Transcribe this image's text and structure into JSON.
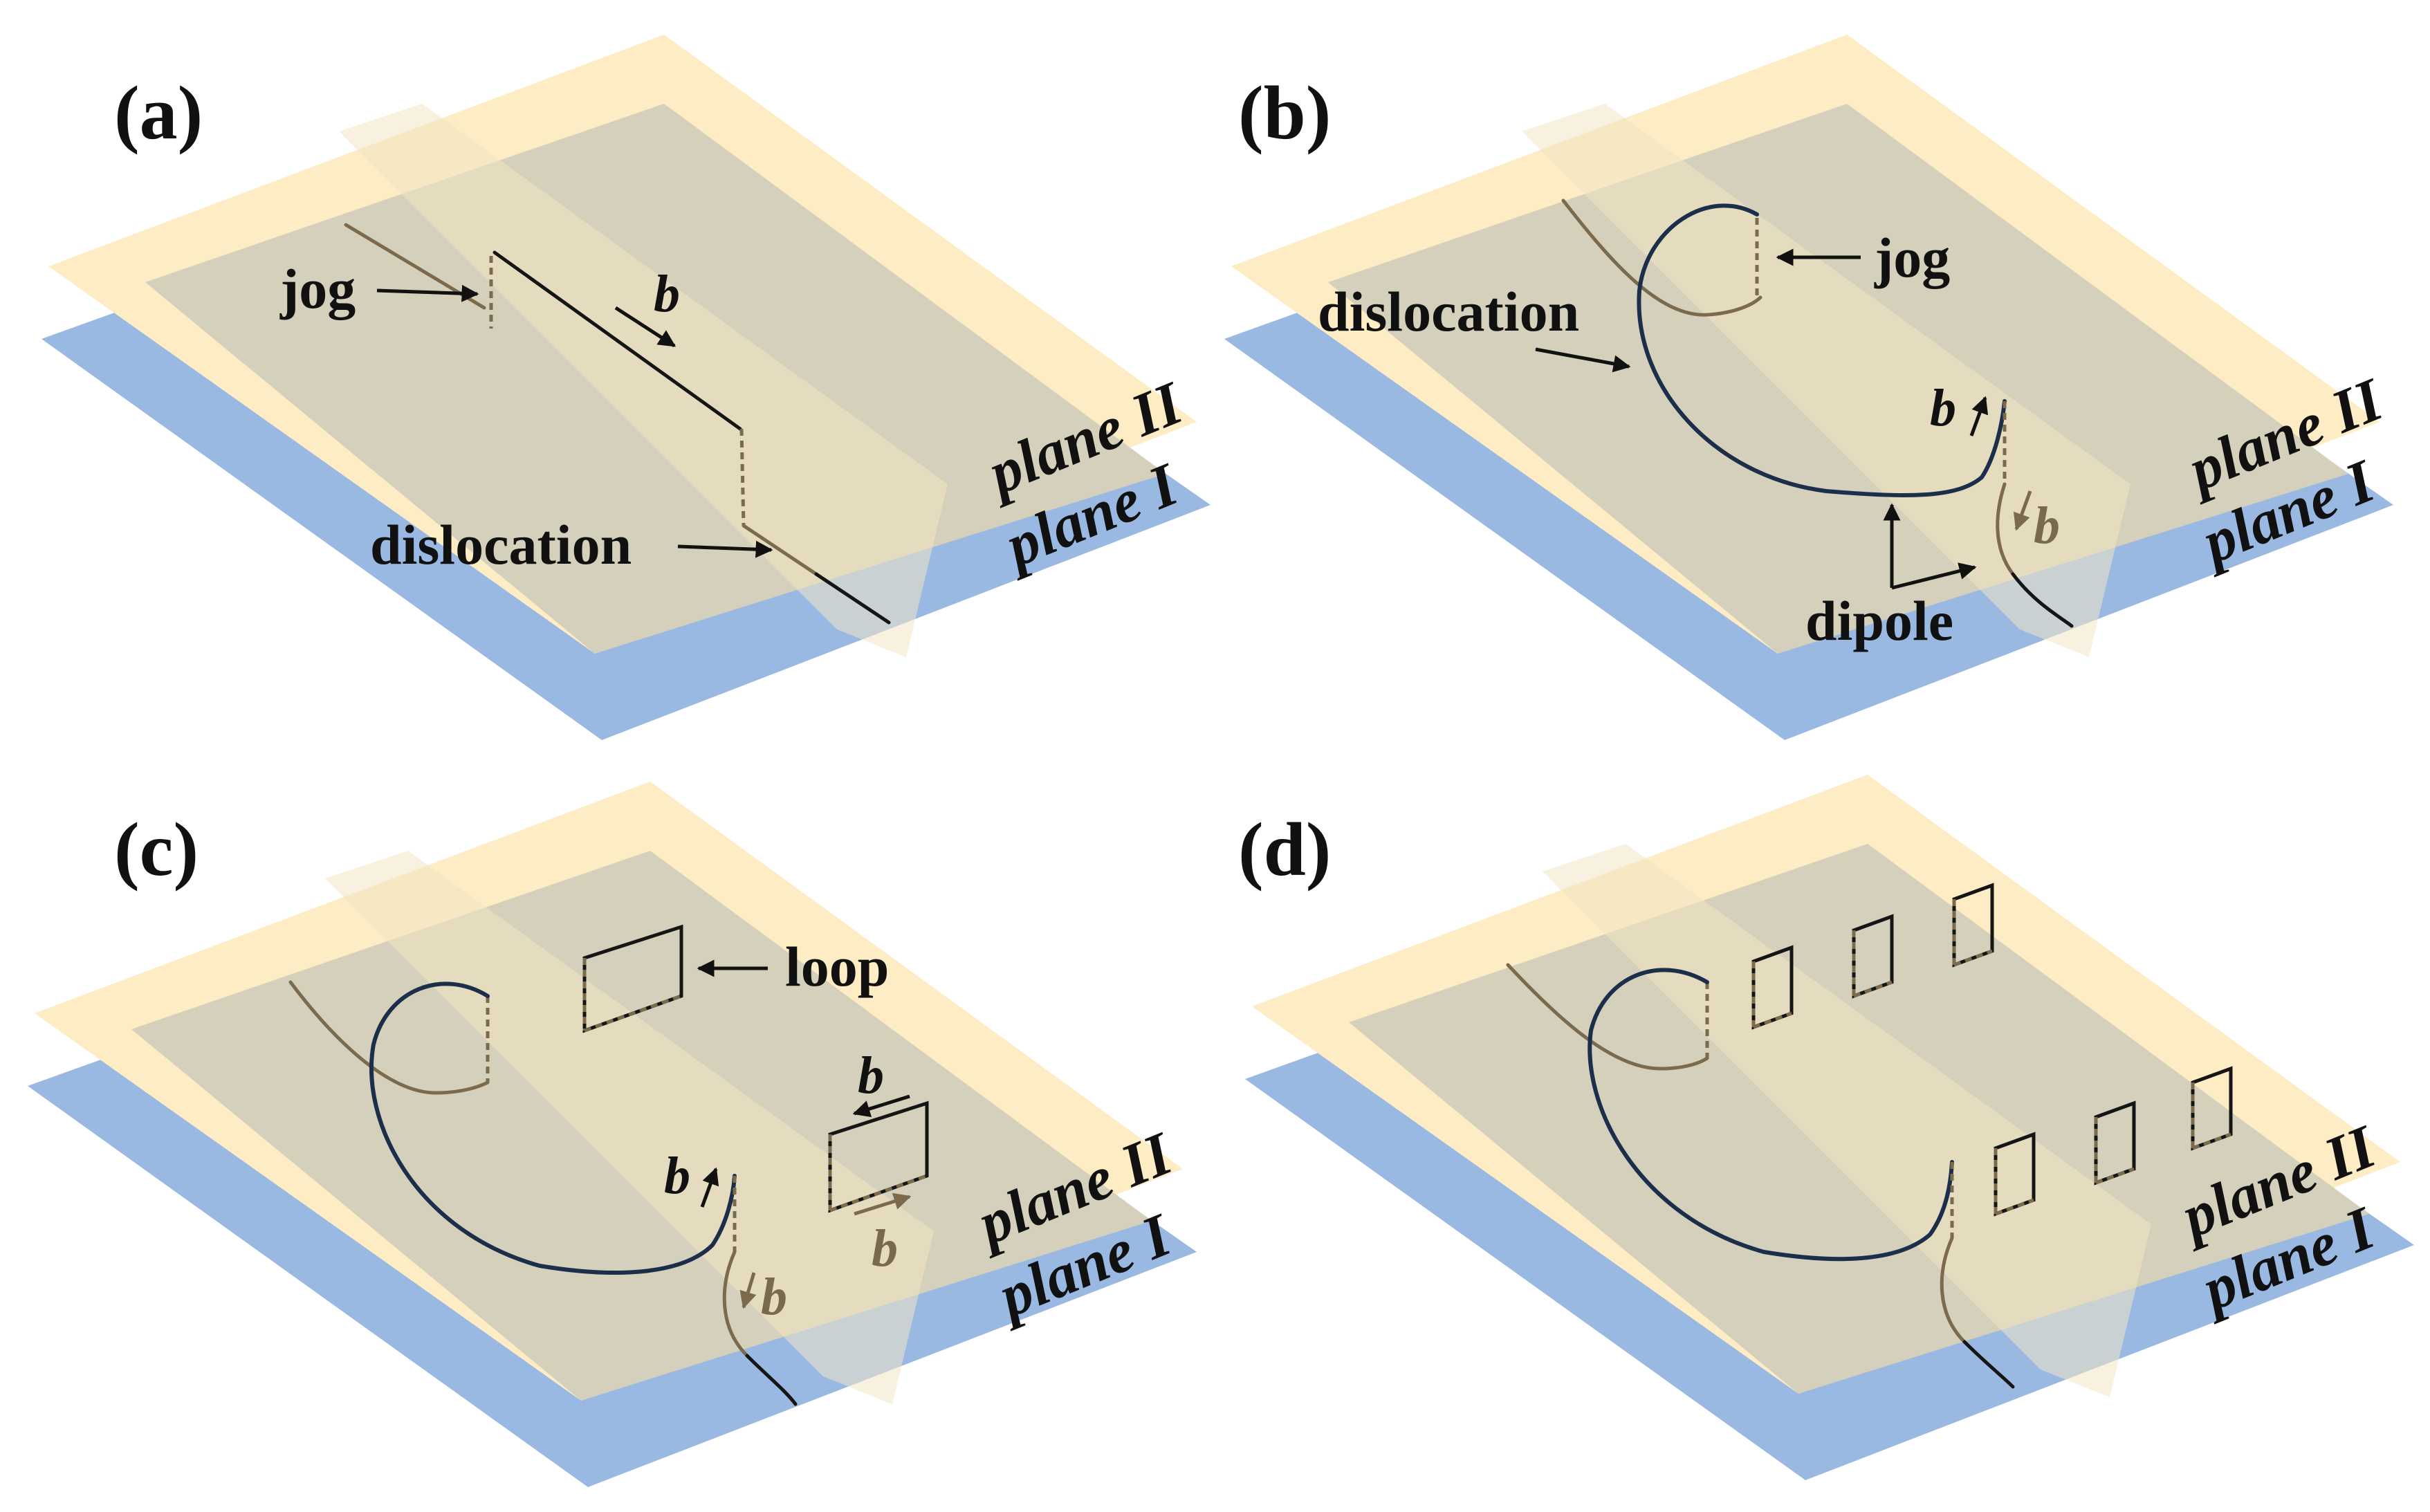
{
  "panels": {
    "a": {
      "label": "(a)",
      "jog": "jog",
      "dislocation": "dislocation",
      "b": "b",
      "plane2": "plane II",
      "plane1": "plane I"
    },
    "b": {
      "label": "(b)",
      "jog": "jog",
      "dislocation": "dislocation",
      "dipole": "dipole",
      "b_top": "b",
      "b_bottom": "b",
      "plane2": "plane II",
      "plane1": "plane I"
    },
    "c": {
      "label": "(c)",
      "loop": "loop",
      "b_loop_top": "b",
      "b_loop_bottom": "b",
      "b_top": "b",
      "b_bottom": "b",
      "plane2": "plane II",
      "plane1": "plane I"
    },
    "d": {
      "label": "(d)",
      "plane2": "plane II",
      "plane1": "plane I"
    }
  },
  "colors": {
    "plane_top": "#fdecc4",
    "plane_bottom": "#9ab9e2",
    "overlap": "#d5d0bb",
    "step_strip": "#ece2c2",
    "dislocation": "#1c2f4a",
    "jog_brown": "#7b6a4c"
  }
}
